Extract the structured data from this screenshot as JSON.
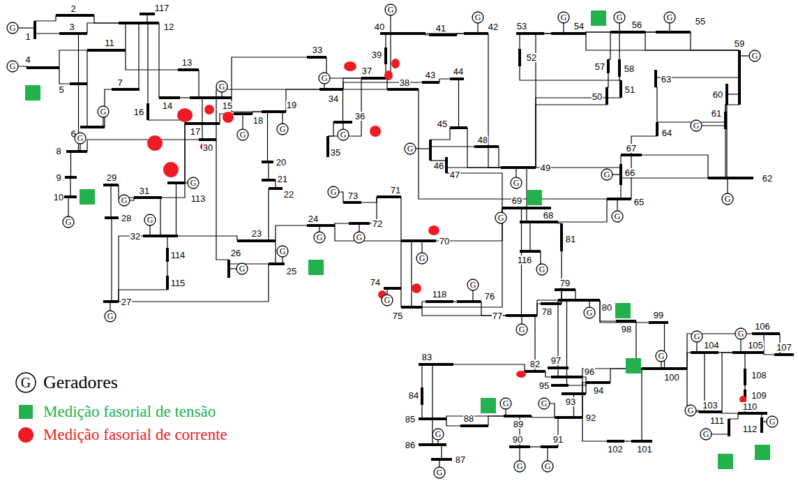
{
  "diagram": {
    "nodes": [
      {
        "text": [
          "G"
        ]
      },
      {
        "text": [
          "G"
        ]
      },
      {
        "text": [
          "G"
        ]
      },
      {
        "text": [
          "G"
        ]
      },
      {
        "text": [
          "G"
        ]
      },
      {
        "text": [
          "G"
        ]
      },
      {
        "text": [
          "G"
        ]
      },
      {
        "text": [
          "G"
        ]
      },
      {
        "text": [
          "G"
        ]
      },
      {
        "text": [
          "G"
        ]
      },
      {
        "text": [
          "G"
        ]
      },
      {
        "text": [
          "G"
        ]
      },
      {
        "text": [
          "G"
        ]
      },
      {
        "text": [
          "G"
        ]
      },
      {
        "text": [
          "G"
        ]
      },
      {
        "text": [
          "G"
        ]
      },
      {
        "text": [
          "G"
        ]
      },
      {
        "text": [
          "G"
        ]
      },
      {
        "text": [
          "G"
        ]
      },
      {
        "text": [
          "G"
        ]
      },
      {
        "text": [
          "G"
        ]
      },
      {
        "text": [
          "G"
        ]
      },
      {
        "text": [
          "G"
        ]
      },
      {
        "text": [
          "G"
        ]
      },
      {
        "text": [
          "G"
        ]
      },
      {
        "text": [
          "G"
        ]
      },
      {
        "text": [
          "G"
        ]
      },
      {
        "text": [
          "G"
        ]
      },
      {
        "text": [
          "G"
        ]
      },
      {
        "text": [
          "G"
        ]
      },
      {
        "text": [
          "G"
        ]
      },
      {
        "text": [
          "G"
        ]
      },
      {
        "text": [
          "G"
        ]
      },
      {
        "text": [
          "G"
        ]
      },
      {
        "text": [
          "G"
        ]
      },
      {
        "text": [
          "G"
        ]
      },
      {
        "text": [
          "G"
        ]
      },
      {
        "text": [
          "G"
        ]
      },
      {
        "text": [
          "G"
        ]
      },
      {
        "text": [
          "G"
        ]
      },
      {
        "text": [
          "G"
        ]
      },
      {
        "text": [
          "G"
        ]
      },
      {
        "text": [
          "G"
        ]
      },
      {
        "text": [
          "G"
        ]
      },
      {
        "text": [
          "G"
        ]
      },
      {
        "text": [
          "G"
        ]
      },
      {
        "text": [
          "G"
        ]
      },
      {
        "text": [
          "G"
        ]
      },
      {
        "text": [
          "G"
        ]
      },
      {
        "text": [
          "G"
        ]
      }
    ],
    "labels": [
      "1",
      "2",
      "3",
      "4",
      "5",
      "6",
      "7",
      "8",
      "9",
      "10",
      "11",
      "12",
      "13",
      "14",
      "15",
      "16",
      "17",
      "18",
      "19",
      "20",
      "21",
      "22",
      "23",
      "24",
      "25",
      "26",
      "27",
      "28",
      "29",
      "30",
      "31",
      "32",
      "33",
      "34",
      "35",
      "36",
      "37",
      "38",
      "39",
      "40",
      "41",
      "42",
      "43",
      "44",
      "45",
      "46",
      "47",
      "48",
      "49",
      "50",
      "51",
      "52",
      "53",
      "54",
      "55",
      "56",
      "57",
      "58",
      "59",
      "60",
      "61",
      "62",
      "63",
      "64",
      "65",
      "66",
      "67",
      "68",
      "69",
      "70",
      "71",
      "72",
      "73",
      "74",
      "75",
      "76",
      "77",
      "78",
      "79",
      "80",
      "81",
      "82",
      "83",
      "84",
      "85",
      "86",
      "87",
      "88",
      "89",
      "90",
      "91",
      "92",
      "93",
      "94",
      "95",
      "96",
      "97",
      "98",
      "99",
      "100",
      "101",
      "102",
      "103",
      "104",
      "105",
      "106",
      "107",
      "108",
      "109",
      "110",
      "111",
      "112",
      "113",
      "114",
      "115",
      "116",
      "117",
      "118",
      "G"
    ],
    "legend": [
      {
        "text": "Geradores"
      },
      {
        "text": "Medição fasorial de tensão",
        "color": "#22b14c"
      },
      {
        "text": "Medição fasorial de corrente",
        "color": "#ed1c24"
      }
    ]
  }
}
